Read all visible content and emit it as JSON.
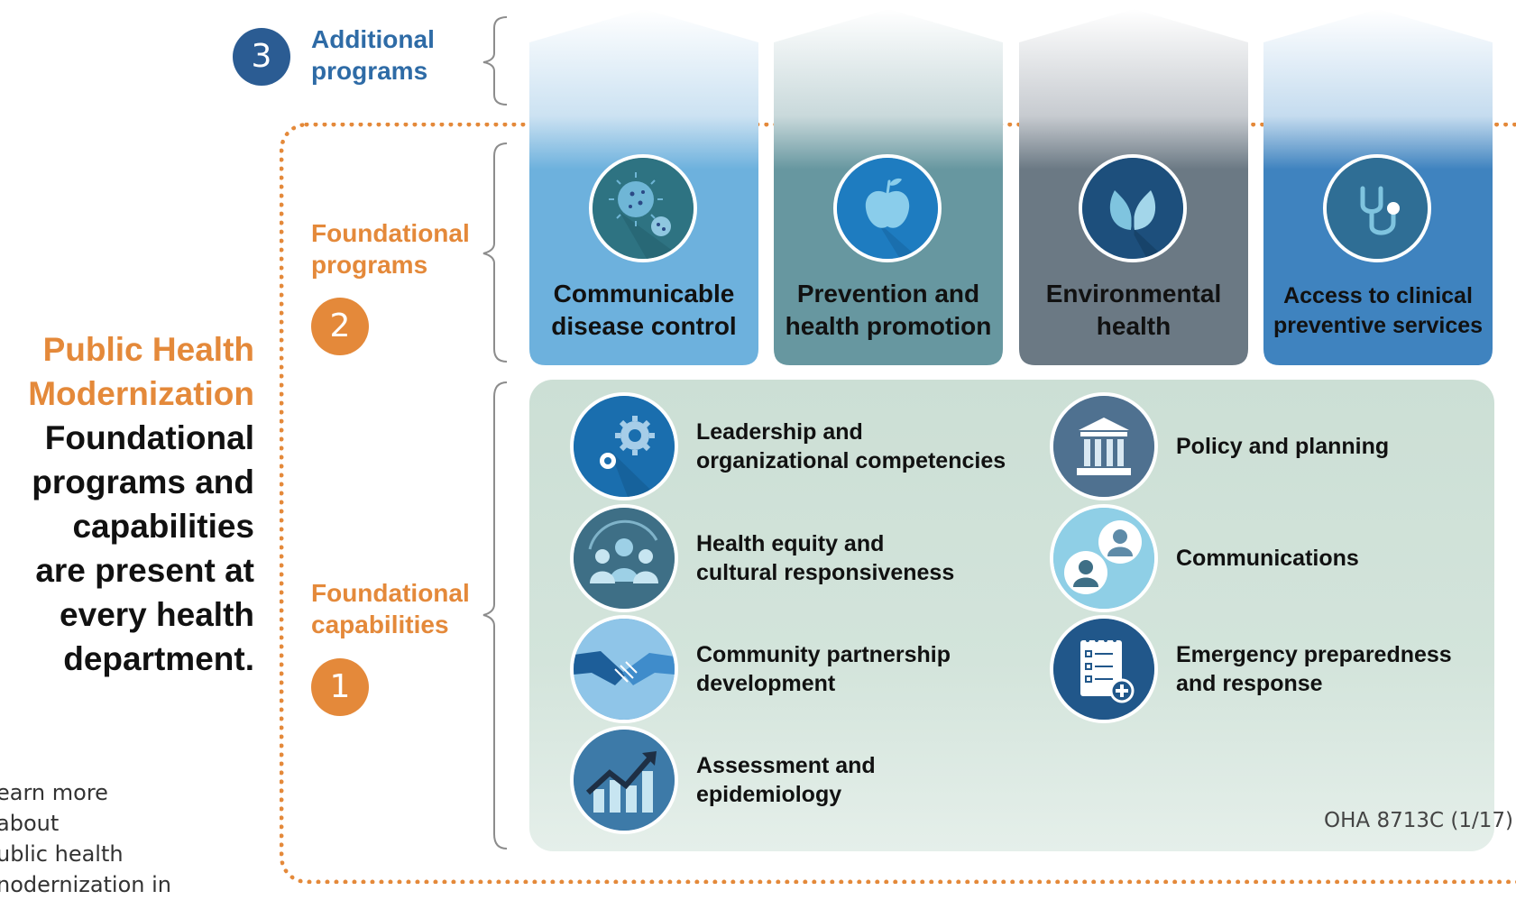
{
  "headline": {
    "title_line1": "Public Health",
    "title_line2": "Modernization",
    "body_line1": "Foundational",
    "body_line2": "programs and",
    "body_line3": "capabilities",
    "body_line4": "are present at",
    "body_line5": "every health",
    "body_line6": "department."
  },
  "learn_more": {
    "line1": "earn more about",
    "line2": "ublic health",
    "line3": "nodernization in"
  },
  "tiers": {
    "additional": {
      "number": "3",
      "line1": "Additional",
      "line2": "programs"
    },
    "programs": {
      "number": "2",
      "line1": "Foundational",
      "line2": "programs"
    },
    "capabilities": {
      "number": "1",
      "line1": "Foundational",
      "line2": "capabilities"
    }
  },
  "programs": [
    {
      "line1": "Communicable",
      "line2": "disease control",
      "icon": "virus-icon",
      "color": "#6DB1DD"
    },
    {
      "line1": "Prevention and",
      "line2": "health promotion",
      "icon": "apple-icon",
      "color": "#6797A0"
    },
    {
      "line1": "Environmental",
      "line2": "health",
      "icon": "leaves-icon",
      "color": "#6B7984"
    },
    {
      "line1": "Access to clinical",
      "line2": "preventive services",
      "icon": "stethoscope-icon",
      "color": "#3F83BF"
    }
  ],
  "capabilities": [
    {
      "line1": "Leadership and",
      "line2": "organizational competencies",
      "icon": "gears-icon"
    },
    {
      "line1": "Policy and planning",
      "line2": "",
      "icon": "government-building-icon"
    },
    {
      "line1": "Health equity and",
      "line2": "cultural responsiveness",
      "icon": "people-group-icon"
    },
    {
      "line1": "Communications",
      "line2": "",
      "icon": "chat-people-icon"
    },
    {
      "line1": "Community partnership",
      "line2": "development",
      "icon": "handshake-icon"
    },
    {
      "line1": "Emergency preparedness",
      "line2": "and response",
      "icon": "checklist-icon"
    },
    {
      "line1": "Assessment and",
      "line2": "epidemiology",
      "icon": "trend-chart-icon"
    }
  ],
  "footer_code": "OHA 8713C (1/17)",
  "colors": {
    "orange": "#E4893A",
    "navy": "#2B5C93",
    "panel": "#CCDFD5"
  }
}
